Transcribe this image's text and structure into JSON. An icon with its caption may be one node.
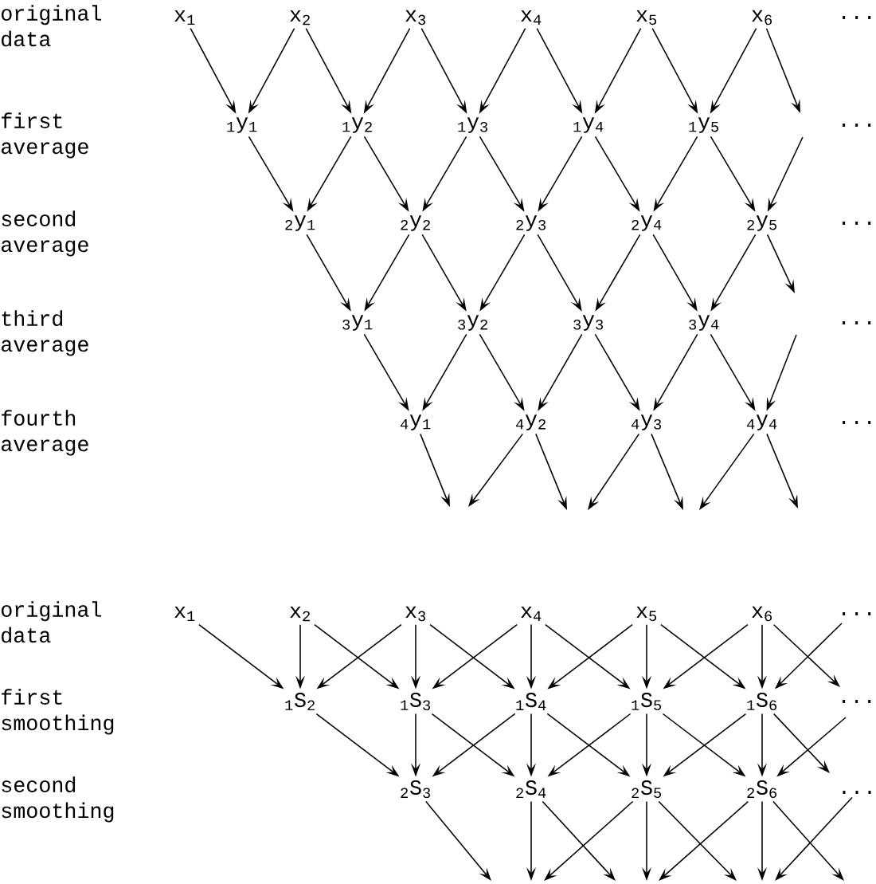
{
  "diagram": {
    "nodes": [
      {
        "text": [
          "x$_{1}$"
        ]
      },
      {
        "text": [
          "x$_{2}$"
        ]
      },
      {
        "text": [
          "x$_{3}$"
        ]
      },
      {
        "text": [
          "x$_{4}$"
        ]
      },
      {
        "text": [
          "x$_{5}$"
        ]
      },
      {
        "text": [
          "x$_{6}$"
        ]
      },
      {
        "text": [
          "$_{1}$y$_{1}$"
        ]
      },
      {
        "text": [
          "$_{1}$y$_{2}$"
        ]
      },
      {
        "text": [
          "$_{1}$y$_{3}$"
        ]
      },
      {
        "text": [
          "$_{1}$y$_{4}$"
        ]
      },
      {
        "text": [
          "$_{1}$y$_{5}$"
        ]
      },
      {
        "text": [
          "$_{2}$y$_{1}$"
        ]
      },
      {
        "text": [
          "$_{2}$y$_{2}$"
        ]
      },
      {
        "text": [
          "$_{2}$y$_{3}$"
        ]
      },
      {
        "text": [
          "$_{2}$y$_{4}$"
        ]
      },
      {
        "text": [
          "$_{2}$y$_{5}$"
        ]
      },
      {
        "text": [
          "$_{3}$y$_{1}$"
        ]
      },
      {
        "text": [
          "$_{3}$y$_{2}$"
        ]
      },
      {
        "text": [
          "$_{3}$y$_{3}$"
        ]
      },
      {
        "text": [
          "$_{3}$y$_{4}$"
        ]
      },
      {
        "text": [
          "$_{4}$y$_{1}$"
        ]
      },
      {
        "text": [
          "$_{4}$y$_{2}$"
        ]
      },
      {
        "text": [
          "$_{4}$y$_{3}$"
        ]
      },
      {
        "text": [
          "$_{4}$y$_{4}$"
        ]
      },
      {
        "text": [
          "x$_{1}$"
        ]
      },
      {
        "text": [
          "x$_{2}$"
        ]
      },
      {
        "text": [
          "x$_{3}$"
        ]
      },
      {
        "text": [
          "x$_{4}$"
        ]
      },
      {
        "text": [
          "x$_{5}$"
        ]
      },
      {
        "text": [
          "x$_{6}$"
        ]
      },
      {
        "text": [
          "$_{1}$S$_{2}$"
        ]
      },
      {
        "text": [
          "$_{1}$S$_{3}$"
        ]
      },
      {
        "text": [
          "$_{1}$S$_{4}$"
        ]
      },
      {
        "text": [
          "$_{1}$S$_{5}$"
        ]
      },
      {
        "text": [
          "$_{1}$S$_{6}$"
        ]
      },
      {
        "text": [
          "$_{2}$S$_{3}$"
        ]
      },
      {
        "text": [
          "$_{2}$S$_{4}$"
        ]
      },
      {
        "text": [
          "$_{2}$S$_{5}$"
        ]
      },
      {
        "text": [
          "$_{2}$S$_{6}$"
        ]
      },
      {
        "text": [
          "..."
        ]
      }
    ],
    "edges": [
      {
        "from": 0,
        "to": 6,
        "arrow": "to"
      },
      {
        "from": 1,
        "to": 6,
        "arrow": "to"
      },
      {
        "from": 1,
        "to": 7,
        "arrow": "to"
      },
      {
        "from": 2,
        "to": 7,
        "arrow": "to"
      },
      {
        "from": 2,
        "to": 8,
        "arrow": "to"
      },
      {
        "from": 3,
        "to": 8,
        "arrow": "to"
      },
      {
        "from": 3,
        "to": 9,
        "arrow": "to"
      },
      {
        "from": 4,
        "to": 9,
        "arrow": "to"
      },
      {
        "from": 4,
        "to": 10,
        "arrow": "to"
      },
      {
        "from": 5,
        "to": 10,
        "arrow": "to"
      },
      {
        "from": 5,
        "to": null,
        "arrow": "to"
      },
      {
        "from": 6,
        "to": 11,
        "arrow": "to"
      },
      {
        "from": 7,
        "to": 11,
        "arrow": "to"
      },
      {
        "from": 7,
        "to": 12,
        "arrow": "to"
      },
      {
        "from": 8,
        "to": 12,
        "arrow": "to"
      },
      {
        "from": 8,
        "to": 13,
        "arrow": "to"
      },
      {
        "from": 9,
        "to": 13,
        "arrow": "to"
      },
      {
        "from": 9,
        "to": 14,
        "arrow": "to"
      },
      {
        "from": 10,
        "to": 14,
        "arrow": "to"
      },
      {
        "from": 10,
        "to": 15,
        "arrow": "to"
      },
      {
        "from": null,
        "to": 15,
        "arrow": "to"
      },
      {
        "from": 11,
        "to": 16,
        "arrow": "to"
      },
      {
        "from": 12,
        "to": 16,
        "arrow": "to"
      },
      {
        "from": 12,
        "to": 17,
        "arrow": "to"
      },
      {
        "from": 13,
        "to": 17,
        "arrow": "to"
      },
      {
        "from": 13,
        "to": 18,
        "arrow": "to"
      },
      {
        "from": 14,
        "to": 18,
        "arrow": "to"
      },
      {
        "from": 14,
        "to": 19,
        "arrow": "to"
      },
      {
        "from": 15,
        "to": 19,
        "arrow": "to"
      },
      {
        "from": 15,
        "to": null,
        "arrow": "to"
      },
      {
        "from": 16,
        "to": 20,
        "arrow": "to"
      },
      {
        "from": 17,
        "to": 20,
        "arrow": "to"
      },
      {
        "from": 17,
        "to": 21,
        "arrow": "to"
      },
      {
        "from": 18,
        "to": 21,
        "arrow": "to"
      },
      {
        "from": 18,
        "to": 22,
        "arrow": "to"
      },
      {
        "from": 19,
        "to": 22,
        "arrow": "to"
      },
      {
        "from": 19,
        "to": 23,
        "arrow": "to"
      },
      {
        "from": null,
        "to": 23,
        "arrow": "to"
      },
      {
        "from": 20,
        "to": null,
        "arrow": "to"
      },
      {
        "from": 21,
        "to": null,
        "arrow": "to"
      },
      {
        "from": 21,
        "to": null,
        "arrow": "to"
      },
      {
        "from": 22,
        "to": null,
        "arrow": "to"
      },
      {
        "from": 22,
        "to": null,
        "arrow": "to"
      },
      {
        "from": 23,
        "to": null,
        "arrow": "to"
      },
      {
        "from": 23,
        "to": null,
        "arrow": "to"
      },
      {
        "from": 24,
        "to": 30,
        "arrow": "to"
      },
      {
        "from": 25,
        "to": 30,
        "arrow": "to"
      },
      {
        "from": 26,
        "to": 30,
        "arrow": "to"
      },
      {
        "from": 25,
        "to": 31,
        "arrow": "to"
      },
      {
        "from": 26,
        "to": 31,
        "arrow": "to"
      },
      {
        "from": 27,
        "to": 31,
        "arrow": "to"
      },
      {
        "from": 26,
        "to": 32,
        "arrow": "to"
      },
      {
        "from": 27,
        "to": 32,
        "arrow": "to"
      },
      {
        "from": 28,
        "to": 32,
        "arrow": "to"
      },
      {
        "from": 27,
        "to": 33,
        "arrow": "to"
      },
      {
        "from": 28,
        "to": 33,
        "arrow": "to"
      },
      {
        "from": 29,
        "to": 33,
        "arrow": "to"
      },
      {
        "from": 28,
        "to": 34,
        "arrow": "to"
      },
      {
        "from": 29,
        "to": 34,
        "arrow": "to"
      },
      {
        "from": null,
        "to": 34,
        "arrow": "to"
      },
      {
        "from": 29,
        "to": null,
        "arrow": "to"
      },
      {
        "from": 30,
        "to": 35,
        "arrow": "to"
      },
      {
        "from": 31,
        "to": 35,
        "arrow": "to"
      },
      {
        "from": 32,
        "to": 35,
        "arrow": "to"
      },
      {
        "from": 31,
        "to": 36,
        "arrow": "to"
      },
      {
        "from": 32,
        "to": 36,
        "arrow": "to"
      },
      {
        "from": 33,
        "to": 36,
        "arrow": "to"
      },
      {
        "from": 32,
        "to": 37,
        "arrow": "to"
      },
      {
        "from": 33,
        "to": 37,
        "arrow": "to"
      },
      {
        "from": 34,
        "to": 37,
        "arrow": "to"
      },
      {
        "from": 33,
        "to": 38,
        "arrow": "to"
      },
      {
        "from": 34,
        "to": 38,
        "arrow": "to"
      },
      {
        "from": null,
        "to": 38,
        "arrow": "to"
      },
      {
        "from": 34,
        "to": null,
        "arrow": "to"
      },
      {
        "from": 35,
        "to": null,
        "arrow": "to"
      },
      {
        "from": 36,
        "to": null,
        "arrow": "to"
      },
      {
        "from": 36,
        "to": null,
        "arrow": "to"
      },
      {
        "from": 37,
        "to": null,
        "arrow": "to"
      },
      {
        "from": 37,
        "to": null,
        "arrow": "to"
      },
      {
        "from": 37,
        "to": null,
        "arrow": "to"
      },
      {
        "from": 38,
        "to": null,
        "arrow": "to"
      },
      {
        "from": 38,
        "to": null,
        "arrow": "to"
      },
      {
        "from": 38,
        "to": null,
        "arrow": "to"
      },
      {
        "from": 39,
        "to": null,
        "arrow": "to"
      }
    ],
    "labels": [
      "original data",
      "...",
      "first average",
      "...",
      "second average",
      "...",
      "third average",
      "...",
      "fourth average",
      "...",
      "original data",
      "...",
      "first smoothing",
      "...",
      "second smoothing"
    ]
  }
}
